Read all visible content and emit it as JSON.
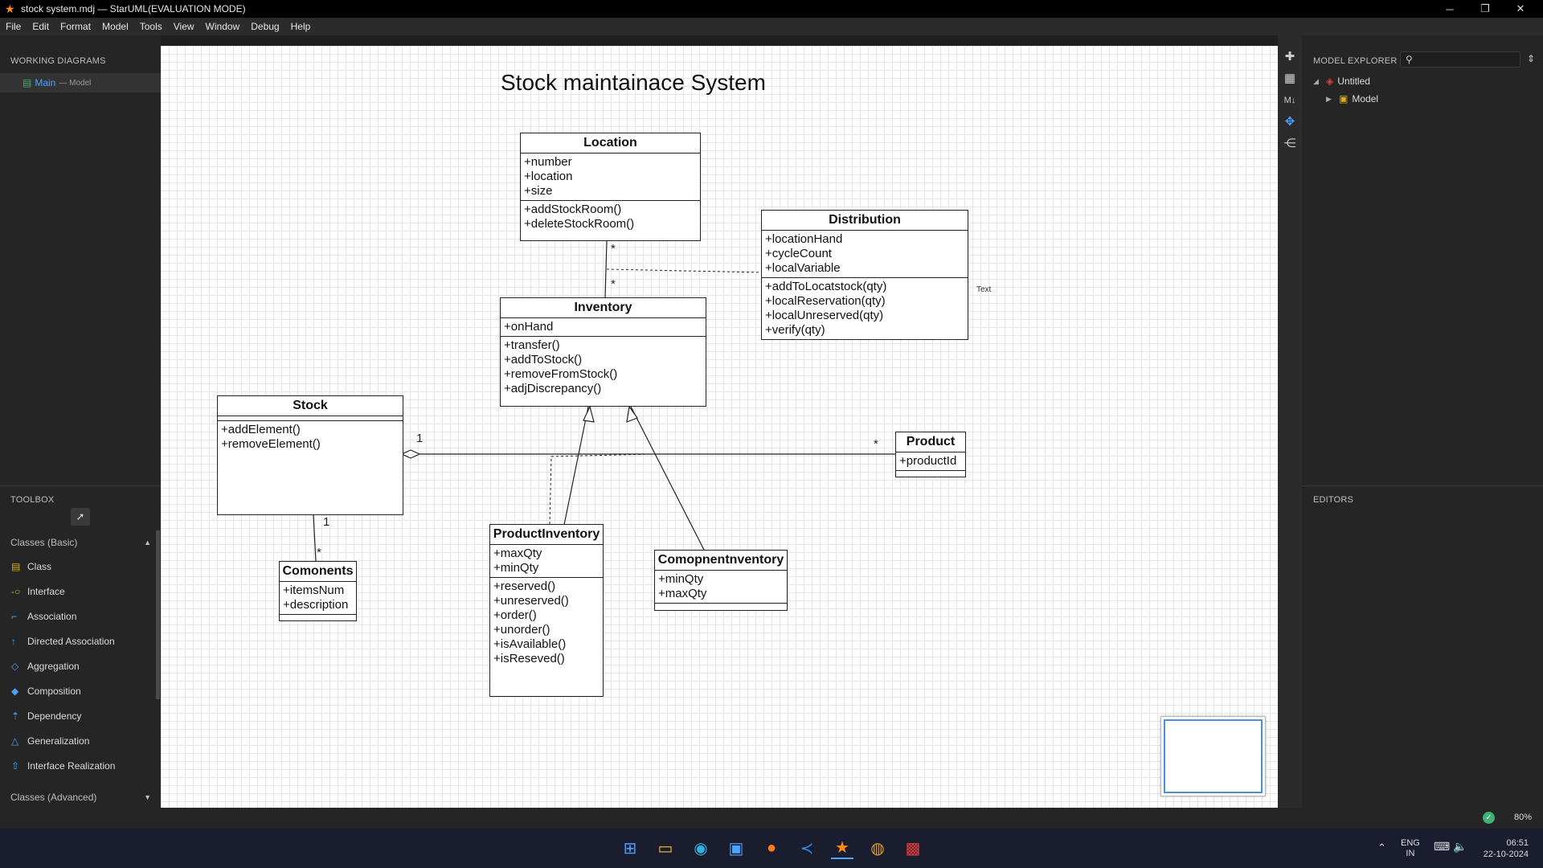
{
  "window": {
    "title": "stock system.mdj — StarUML(EVALUATION MODE)"
  },
  "menu": [
    "File",
    "Edit",
    "Format",
    "Model",
    "Tools",
    "View",
    "Window",
    "Debug",
    "Help"
  ],
  "working_diagrams": {
    "title": "WORKING DIAGRAMS",
    "item_name": "Main",
    "item_sub": "— Model"
  },
  "toolbox": {
    "title": "TOOLBOX",
    "group_basic": "Classes (Basic)",
    "items": [
      "Class",
      "Interface",
      "Association",
      "Directed Association",
      "Aggregation",
      "Composition",
      "Dependency",
      "Generalization",
      "Interface Realization"
    ],
    "group_advanced": "Classes (Advanced)"
  },
  "model_explorer": {
    "title": "MODEL EXPLORER",
    "search_placeholder": "",
    "root": "Untitled",
    "child": "Model"
  },
  "editors": {
    "title": "EDITORS"
  },
  "diagram": {
    "title": "Stock maintainace System",
    "text_note": "Text",
    "classes": {
      "location": {
        "name": "Location",
        "attrs": [
          "+number",
          "+location",
          "+size"
        ],
        "ops": [
          "+addStockRoom()",
          "+deleteStockRoom()"
        ]
      },
      "distribution": {
        "name": "Distribution",
        "attrs": [
          "+locationHand",
          "+cycleCount",
          "+localVariable"
        ],
        "ops": [
          "+addToLocatstock(qty)",
          "+localReservation(qty)",
          "+localUnreserved(qty)",
          "+verify(qty)"
        ]
      },
      "inventory": {
        "name": "Inventory",
        "attrs": [
          "+onHand"
        ],
        "ops": [
          "+transfer()",
          "+addToStock()",
          "+removeFromStock()",
          "+adjDiscrepancy()"
        ]
      },
      "stock": {
        "name": "Stock",
        "attrs": [],
        "ops": [
          "+addElement()",
          "+removeElement()"
        ]
      },
      "product": {
        "name": "Product",
        "attrs": [
          "+productId"
        ],
        "ops": []
      },
      "comonents": {
        "name": "Comonents",
        "attrs": [
          "+itemsNum",
          "+description"
        ],
        "ops": []
      },
      "product_inventory": {
        "name": "ProductInventory",
        "attrs": [
          "+maxQty",
          "+minQty"
        ],
        "ops": [
          "+reserved()",
          "+unreserved()",
          "+order()",
          "+unorder()",
          "+isAvailable()",
          "+isReseved()"
        ]
      },
      "component_inventory": {
        "name": "Comopnentnventory",
        "attrs": [
          "+minQty",
          "+maxQty"
        ],
        "ops": []
      }
    },
    "multiplicities": {
      "loc_inv_top": "*",
      "loc_inv_bottom": "*",
      "stock_product_left": "1",
      "stock_product_right": "*",
      "stock_comp_top": "1",
      "stock_comp_bottom": "*"
    }
  },
  "status": {
    "zoom": "80%"
  },
  "taskbar": {
    "lang_top": "ENG",
    "lang_bottom": "IN",
    "time": "06:51",
    "date": "22-10-2024"
  }
}
